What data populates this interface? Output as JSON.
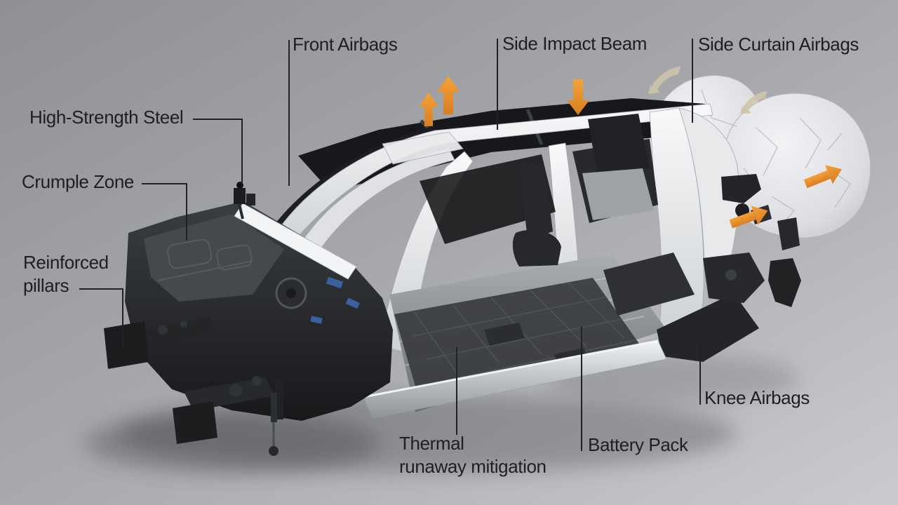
{
  "diagram": {
    "type": "annotated-illustration",
    "subject": "Vehicle body structure safety features cutaway",
    "labels": {
      "front_airbags": "Front Airbags",
      "side_impact_beam": "Side Impact Beam",
      "side_curtain_airbags": "Side Curtain Airbags",
      "high_strength_steel": "High-Strength Steel",
      "crumple_zone": "Crumple Zone",
      "reinforced_pillars_line1": "Reinforced",
      "reinforced_pillars_line2": "pillars",
      "thermal_runaway_line1": "Thermal",
      "thermal_runaway_line2": "runaway mitigation",
      "battery_pack": "Battery Pack",
      "knee_airbags": "Knee Airbags"
    },
    "icons": [
      {
        "name": "roof-up-arrow-small",
        "meaning": "upward reinforcement direction",
        "color": "#E8882A"
      },
      {
        "name": "roof-up-arrow-large",
        "meaning": "upward reinforcement direction",
        "color": "#E8882A"
      },
      {
        "name": "side-impact-down-arrow",
        "meaning": "side impact load direction",
        "color": "#E8882A"
      },
      {
        "name": "curtain-deploy-arrow-upper",
        "meaning": "curtain airbag deployment direction",
        "color": "#E8882A"
      },
      {
        "name": "curtain-deploy-arrow-lower",
        "meaning": "curtain airbag deployment direction",
        "color": "#E8882A"
      },
      {
        "name": "curtain-swoosh-upper",
        "meaning": "airbag inflation path",
        "color": "#CFC3A8"
      },
      {
        "name": "curtain-swoosh-lower",
        "meaning": "airbag inflation path",
        "color": "#CFC3A8"
      }
    ],
    "colors": {
      "accent_orange": "#E8882A",
      "label_text": "#1E1F22",
      "leader_line": "#212225",
      "background_top": "#8F9094",
      "background_bottom": "#CACBCE",
      "body_shell": "#F2F3F5",
      "dark_structure": "#222427"
    }
  }
}
